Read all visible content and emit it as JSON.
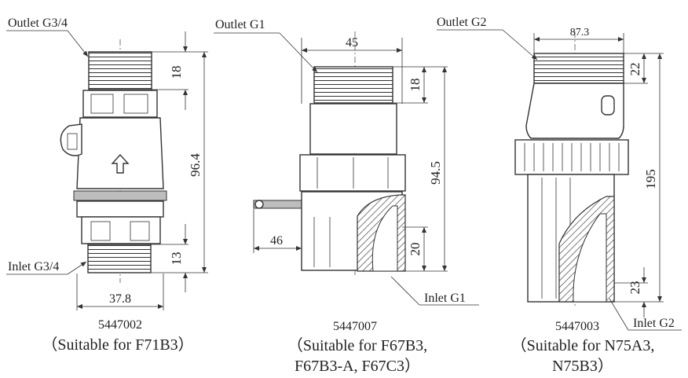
{
  "parts": [
    {
      "code": "5447002",
      "suitable": "（Suitable for F71B3）",
      "outlet": "Outlet G3/4",
      "inlet": "Inlet G3/4",
      "dims": {
        "d1": "18",
        "d2": "96.4",
        "d3": "13",
        "w": "37.8"
      }
    },
    {
      "code": "5447007",
      "suitable_line1": "（Suitable for F67B3,",
      "suitable_line2": "F67B3-A, F67C3）",
      "outlet": "Outlet G1",
      "inlet": "Inlet G1",
      "dims": {
        "d1": "18",
        "d2": "94.5",
        "d3": "20",
        "w": "45",
        "w2": "46"
      }
    },
    {
      "code": "5447003",
      "suitable_line1": "（Suitable for N75A3,",
      "suitable_line2": "N75B3）",
      "outlet": "Outlet G2",
      "inlet": "Inlet G2",
      "dims": {
        "d1": "22",
        "d2": "195",
        "d3": "23",
        "w": "87.3"
      }
    }
  ]
}
